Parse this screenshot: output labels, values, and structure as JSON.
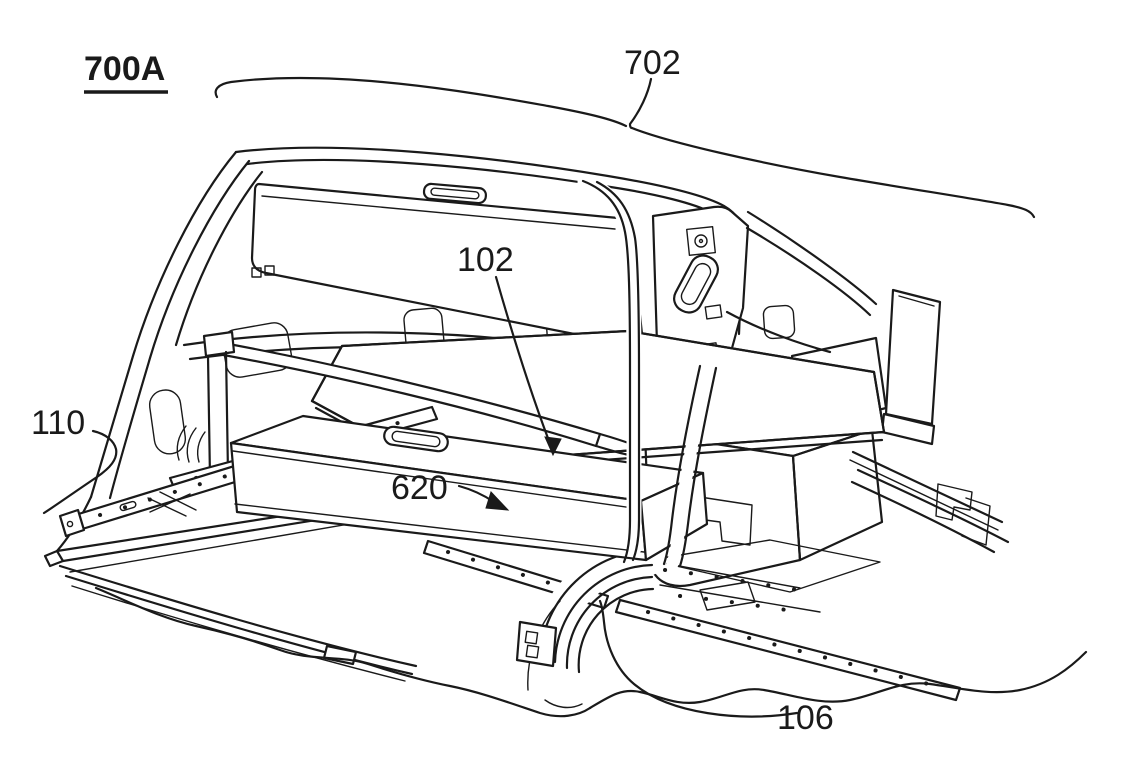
{
  "figure": {
    "labels": {
      "figure_id": "700A",
      "r702": "702",
      "r102": "102",
      "r110": "110",
      "r620": "620",
      "r106": "106"
    },
    "colors": {
      "ink": "#1a1a1a",
      "background": "#ffffff"
    }
  }
}
